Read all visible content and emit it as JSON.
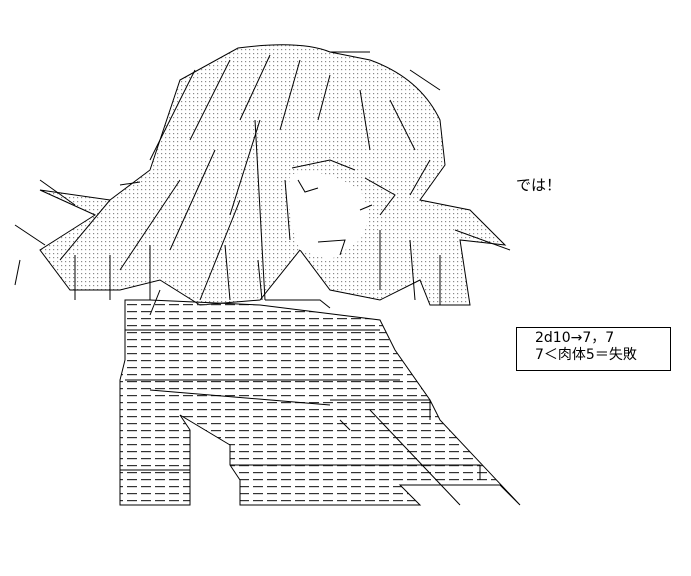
{
  "speech": "では！",
  "dice_result": {
    "roll": "2d10→7，7",
    "outcome": "7＜肉体5＝失敗"
  },
  "art": {
    "ink_color": "#000000",
    "fill_color": "#ffffff",
    "hatch_color": "#9a9a9a"
  }
}
